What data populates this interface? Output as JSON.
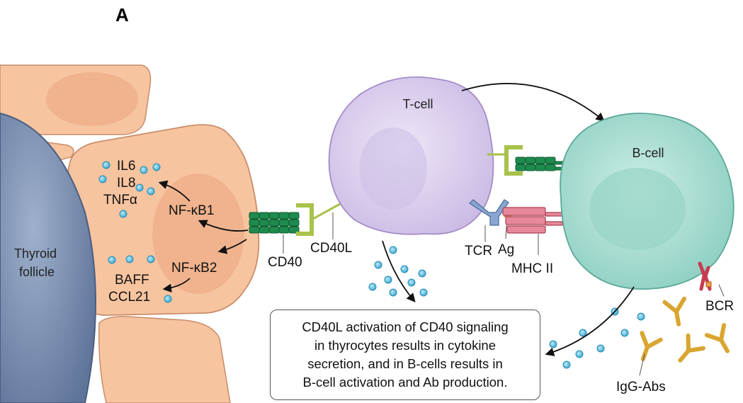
{
  "panel_label": "A",
  "cells": {
    "thyroid_follicle": [
      "Thyroid",
      "follicle"
    ],
    "t_cell": "T-cell",
    "b_cell": "B-cell"
  },
  "thyrocyte": {
    "cytokines_top": [
      "IL6",
      "IL8",
      "TNFα"
    ],
    "nfkb1": "NF-κB1",
    "nfkb2": "NF-κB2",
    "cytokines_bottom": [
      "BAFF",
      "CCL21"
    ]
  },
  "receptors": {
    "cd40": "CD40",
    "cd40l": "CD40L",
    "tcr": "TCR",
    "ag": "Ag",
    "mhc2": "MHC II",
    "bcr": "BCR",
    "igg": "IgG-Abs"
  },
  "caption": [
    "CD40L activation of CD40 signaling",
    "in thyrocytes results in cytokine",
    "secretion, and in B-cells results in",
    "B-cell activation and Ab production."
  ],
  "colors": {
    "thyrocyte_fill": "#f7c4a0",
    "thyrocyte_nucleus": "#f0b38e",
    "follicle_fill": "#7b8fb0",
    "t_cell_fill": "#d7c9ec",
    "b_cell_fill": "#a6dcd0",
    "cd40_green": "#1e8a4e",
    "cd40l_lime": "#a8c24a",
    "tcr_blue": "#6e8fbf",
    "mhc_red": "#d9667a",
    "antibody_gold": "#d9a630",
    "cytokine_dot": "#5bc0e0"
  }
}
